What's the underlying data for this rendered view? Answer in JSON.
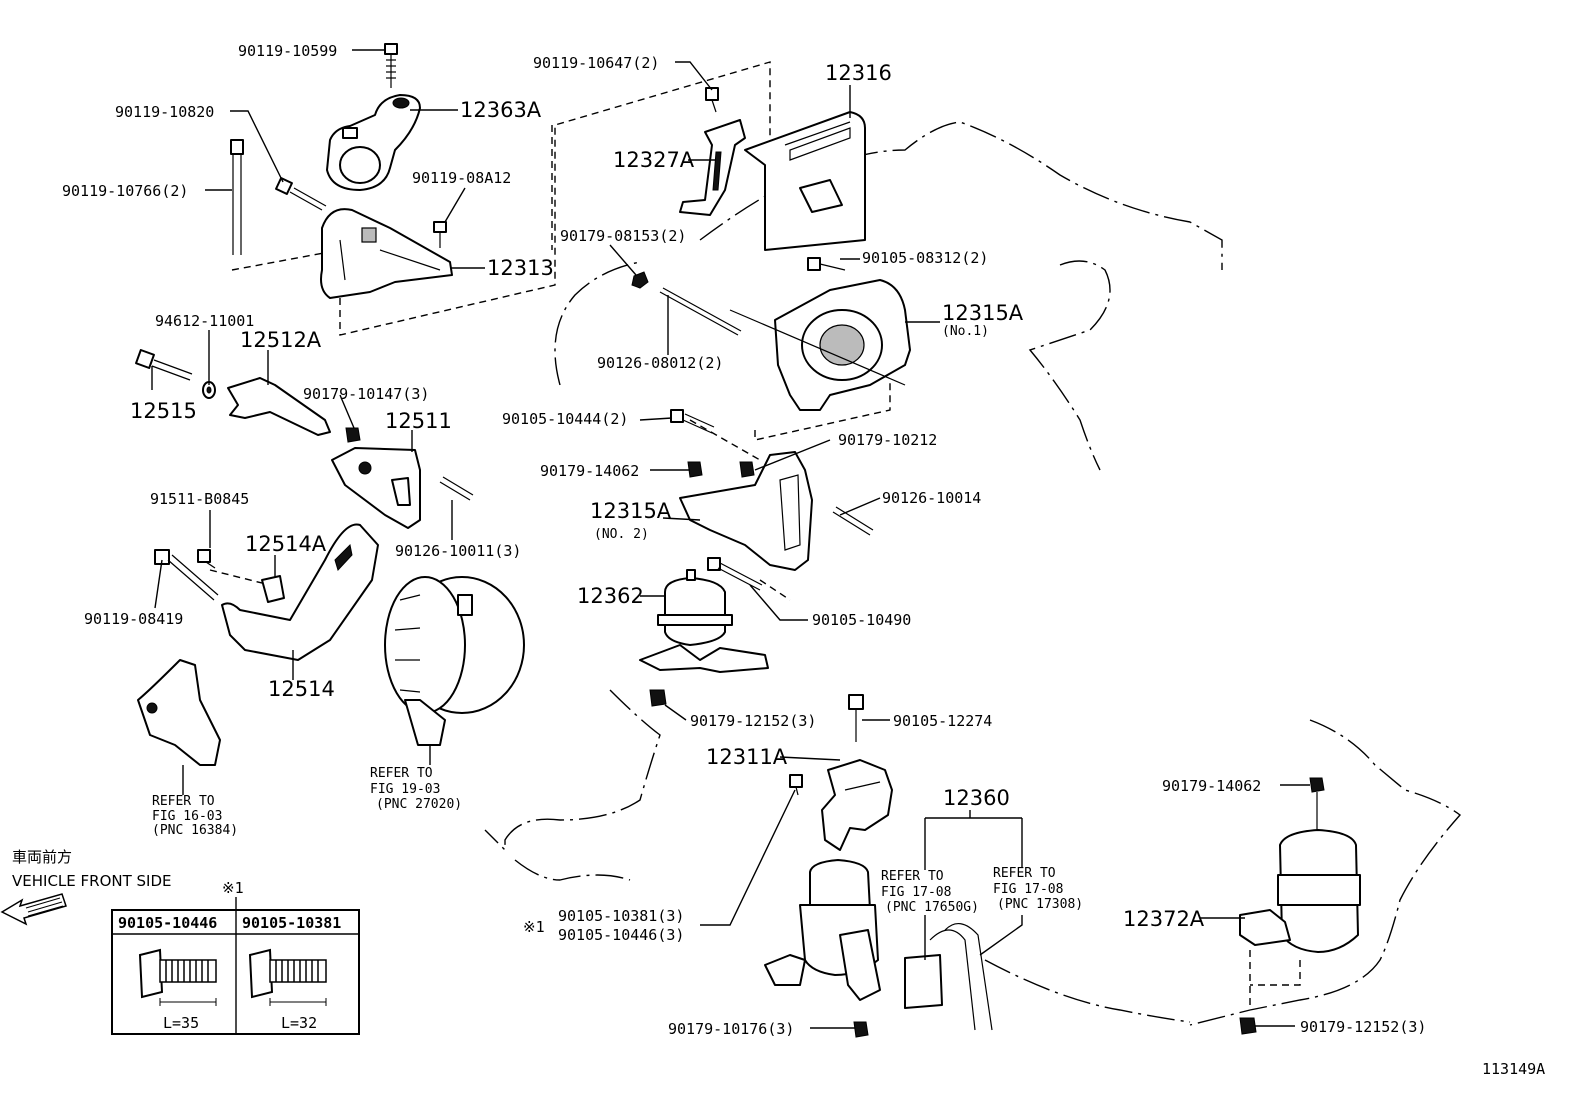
{
  "labels": {
    "p_90119_10599": "90119-10599",
    "p_12363A": "12363A",
    "p_90119_10820": "90119-10820",
    "p_90119_10766": "90119-10766(2)",
    "p_90119_08A12": "90119-08A12",
    "p_12313": "12313",
    "p_90119_10647": "90119-10647(2)",
    "p_12316": "12316",
    "p_12327A": "12327A",
    "p_90179_08153": "90179-08153(2)",
    "p_90105_08312": "90105-08312(2)",
    "p_12315A_1": "12315A",
    "p_no1": "(No.1)",
    "p_90126_08012": "90126-08012(2)",
    "p_94612_11001": "94612-11001",
    "p_12512A": "12512A",
    "p_12515": "12515",
    "p_90179_10147": "90179-10147(3)",
    "p_12511": "12511",
    "p_90105_10444": "90105-10444(2)",
    "p_90179_10212": "90179-10212",
    "p_90179_14062_a": "90179-14062",
    "p_90126_10014": "90126-10014",
    "p_91511_B0845": "91511-B0845",
    "p_12514A": "12514A",
    "p_90126_10011": "90126-10011(3)",
    "p_12315A_2": "12315A",
    "p_no2": "(NO. 2)",
    "p_12362": "12362",
    "p_90119_08419": "90119-08419",
    "p_90105_10490": "90105-10490",
    "p_12514": "12514",
    "p_90179_12152_a": "90179-12152(3)",
    "p_90105_12274": "90105-12274",
    "p_12311A": "12311A",
    "p_12360": "12360",
    "p_90179_14062_b": "90179-14062",
    "p_12372A": "12372A",
    "p_90179_10176": "90179-10176(3)",
    "p_90179_12152_b": "90179-12152(3)",
    "note_bolts_1": "90105-10381(3)",
    "note_bolts_2": "90105-10446(3)",
    "note_mark": "※1",
    "table_mark": "※1"
  },
  "refs": {
    "ref_16_03": {
      "l1": "REFER TO",
      "l2": "FIG 16-03",
      "l3": "(PNC 16384)"
    },
    "ref_19_03": {
      "l1": "REFER TO",
      "l2": "FIG 19-03",
      "l3": "(PNC 27020)"
    },
    "ref_17_08_a": {
      "l1": "REFER TO",
      "l2": "FIG 17-08",
      "l3": "(PNC 17650G)"
    },
    "ref_17_08_b": {
      "l1": "REFER TO",
      "l2": "FIG 17-08",
      "l3": "(PNC 17308)"
    }
  },
  "direction": {
    "jp": "車両前方",
    "en": "VEHICLE FRONT SIDE"
  },
  "bolt_table": {
    "col1_header": "90105-10446",
    "col2_header": "90105-10381",
    "col1_length": "L=35",
    "col2_length": "L=32"
  },
  "figure_id": "113149A"
}
